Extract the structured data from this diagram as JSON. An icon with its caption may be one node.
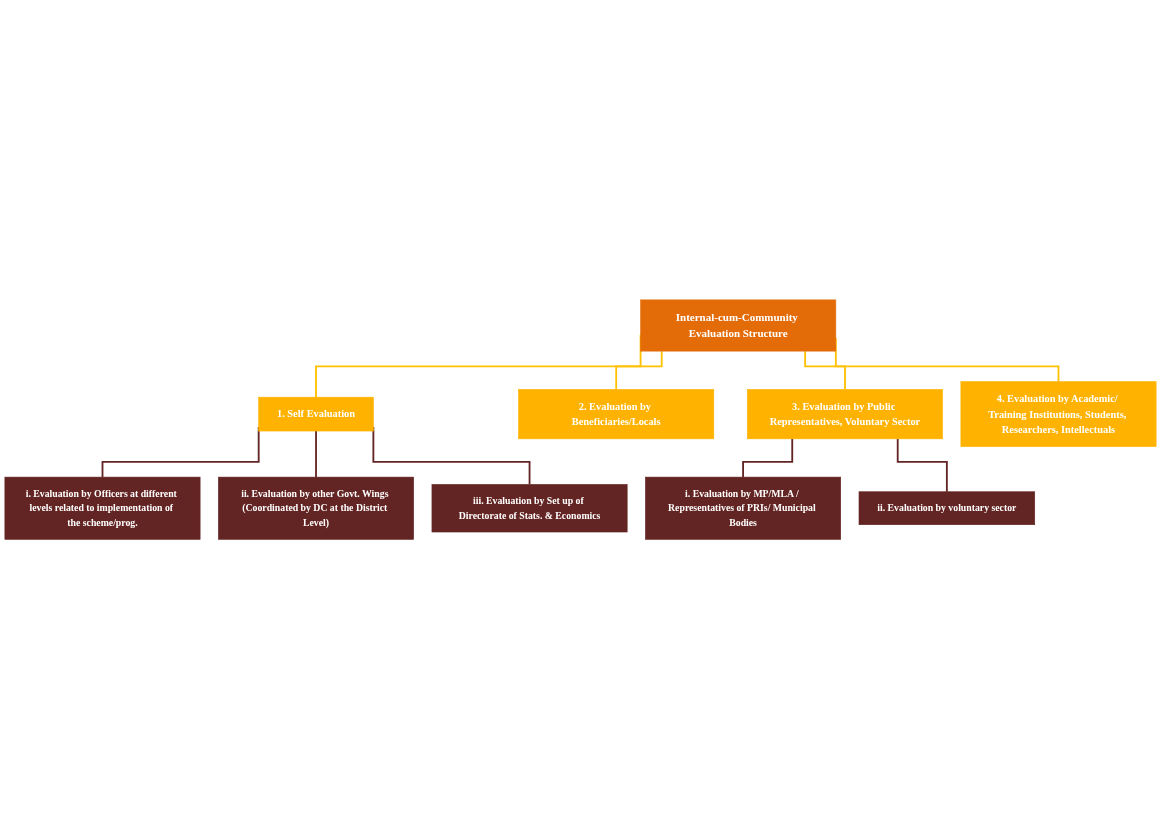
{
  "diagram": {
    "nodes": [
      {
        "text": [
          "Internal-cum-Community Evaluation Structure"
        ]
      },
      {
        "text": [
          "1. Self Evaluation"
        ]
      },
      {
        "text": [
          "2. Evaluation by Beneficiaries/Locals"
        ]
      },
      {
        "text": [
          "3. Evaluation by Public Representatives, Voluntary Sector"
        ]
      },
      {
        "text": [
          "4. Evaluation by Academic/ Training Institutions, Students, Researchers, Intellectuals"
        ]
      },
      {
        "text": [
          "i. Evaluation by Officers at different levels related to implementation of the scheme/prog."
        ]
      },
      {
        "text": [
          "ii. Evaluation by other Govt. Wings (Coordinated by DC at the District Level)"
        ]
      },
      {
        "text": [
          "iii. Evaluation by Set up of Directorate of Stats. & Economics"
        ]
      },
      {
        "text": [
          "i. Evaluation by MP/MLA / Representatives of PRIs/ Municipal Bodies"
        ]
      },
      {
        "text": [
          "ii. Evaluation by voluntary sector"
        ]
      }
    ],
    "edges": [
      {
        "from": 0,
        "to": 1,
        "arrow": "none",
        "color": "#ffc000"
      },
      {
        "from": 0,
        "to": 2,
        "arrow": "none",
        "color": "#ffc000"
      },
      {
        "from": 0,
        "to": 3,
        "arrow": "none",
        "color": "#ffc000"
      },
      {
        "from": 0,
        "to": 4,
        "arrow": "none",
        "color": "#ffc000"
      },
      {
        "from": 1,
        "to": 5,
        "arrow": "none"
      },
      {
        "from": 1,
        "to": 6,
        "arrow": "none"
      },
      {
        "from": 1,
        "to": 7,
        "arrow": "none"
      },
      {
        "from": 3,
        "to": 8,
        "arrow": "none"
      },
      {
        "from": 3,
        "to": 9,
        "arrow": "none"
      }
    ]
  }
}
